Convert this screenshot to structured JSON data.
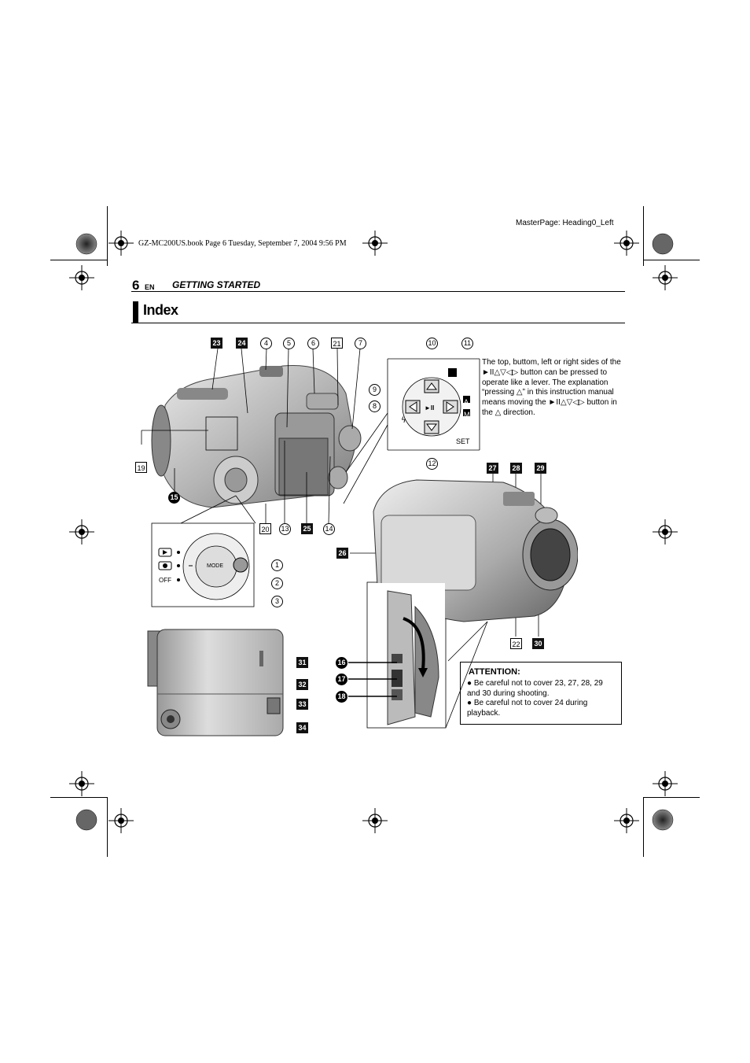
{
  "meta": {
    "book_info": "GZ-MC200US.book  Page 6  Tuesday, September 7, 2004  9:56 PM",
    "masterpage": "MasterPage: Heading0_Left"
  },
  "header": {
    "page_number": "6",
    "lang": "EN",
    "section": "GETTING STARTED"
  },
  "title": "Index",
  "callouts": {
    "c23": "23",
    "c24": "24",
    "c4": "4",
    "c5": "5",
    "c6": "6",
    "c21": "21",
    "c7": "7",
    "c10": "10",
    "c11": "11",
    "c9": "9",
    "c8": "8",
    "c12": "12",
    "c19": "19",
    "c15": "15",
    "c20": "20",
    "c13": "13",
    "c25": "25",
    "c14": "14",
    "c1": "1",
    "c2": "2",
    "c3": "3",
    "c27": "27",
    "c28": "28",
    "c29": "29",
    "c26": "26",
    "c22": "22",
    "c30": "30",
    "c16": "16",
    "c17": "17",
    "c18": "18",
    "c31": "31",
    "c32": "32",
    "c33": "33",
    "c34": "34"
  },
  "control_labels": {
    "mode": "MODE",
    "off": "OFF",
    "set": "SET",
    "a": "A",
    "m": "M"
  },
  "note_text": "The top, buttom, left or right sides of the ►II△▽◁▷ button can be pressed to operate like a lever. The explanation “pressing △” in this instruction manual means moving the ►II△▽◁▷ button in the △ direction.",
  "attention": {
    "title": "ATTENTION:",
    "item1": "Be careful not to cover 23, 27, 28, 29 and 30 during shooting.",
    "item2": "Be careful not to cover 24 during playback."
  }
}
